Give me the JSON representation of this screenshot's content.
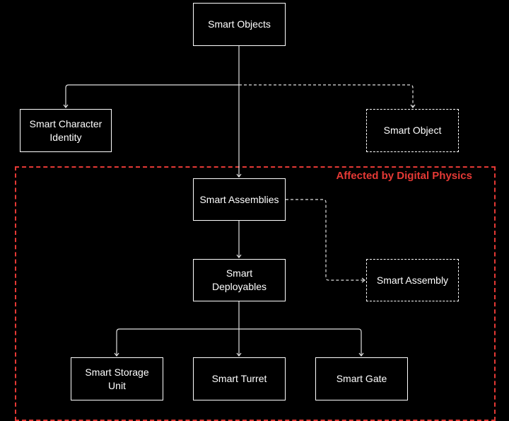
{
  "diagram": {
    "zone_label": "Affected by Digital Physics",
    "colors": {
      "background": "#000000",
      "line": "#e0e0e0",
      "zone": "#e53935",
      "text": "#ffffff"
    },
    "nodes": {
      "smart_objects": "Smart Objects",
      "smart_character_identity": "Smart Character Identity",
      "smart_object": "Smart Object",
      "smart_assemblies": "Smart Assemblies",
      "smart_deployables": "Smart Deployables",
      "smart_assembly": "Smart Assembly",
      "smart_storage_unit": "Smart Storage Unit",
      "smart_turret": "Smart Turret",
      "smart_gate": "Smart Gate"
    }
  }
}
